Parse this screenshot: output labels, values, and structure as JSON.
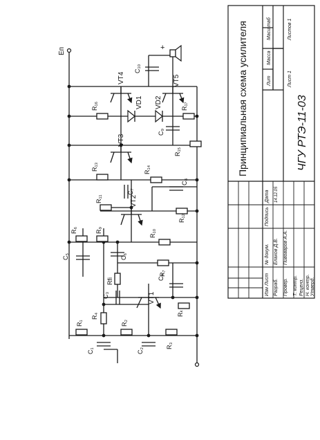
{
  "supply_label": "Eп",
  "speaker_plus": "+",
  "components": {
    "r1": "R₁",
    "r2": "R₂",
    "r3": "R₃",
    "r4": "R₄",
    "rk": "Rₖ",
    "r6": "R₆",
    "r7": "R₇",
    "r9": "R₉",
    "r10": "R₁₀",
    "r11": "R₁₁",
    "r12": "R₁₂",
    "r13": "R₁₃",
    "r14": "R₁₄",
    "r15": "R₁₅",
    "r16": "R₁₆",
    "r17": "R₁₇",
    "rfi": "Rfi",
    "c1": "C₁",
    "c2": "C₂",
    "c3": "C₃",
    "c4": "C₄",
    "c5": "C₅",
    "c6": "C₆",
    "c7": "C₇",
    "c8": "C₈",
    "c9": "C₉",
    "c10": "C₁₀",
    "vt1": "VT1",
    "vt2": "VT2",
    "vt3": "VT3",
    "vt4": "VT4",
    "vt5": "VT5",
    "vd1": "VD1",
    "vd2": "VD2"
  },
  "title_block": {
    "drawing_title": "Принципиальная  схема усилителя",
    "doc_code": "ЧГУ РТЭ-11-03",
    "col_lit": "Лит",
    "col_mass": "Масса",
    "col_scale": "Масштаб",
    "sheet": "Лист  1",
    "sheets": "Листов 1",
    "headers": {
      "izm": "Изм",
      "list": "Лист",
      "doc_no": "№ докум.",
      "sign": "Подпись",
      "date": "Дата"
    },
    "rows": [
      {
        "role": "Разраб.",
        "name": "Елахов Д.В.",
        "date": "14.12.05"
      },
      {
        "role": "Провер.",
        "name": "Пивоваров А.А.",
        "date": ""
      },
      {
        "role": "Т. контр.",
        "name": "",
        "date": ""
      },
      {
        "role": "Реценз.",
        "name": "",
        "date": ""
      },
      {
        "role": "Н. контр.",
        "name": "",
        "date": ""
      },
      {
        "role": "Утверд.",
        "name": "",
        "date": ""
      }
    ]
  }
}
